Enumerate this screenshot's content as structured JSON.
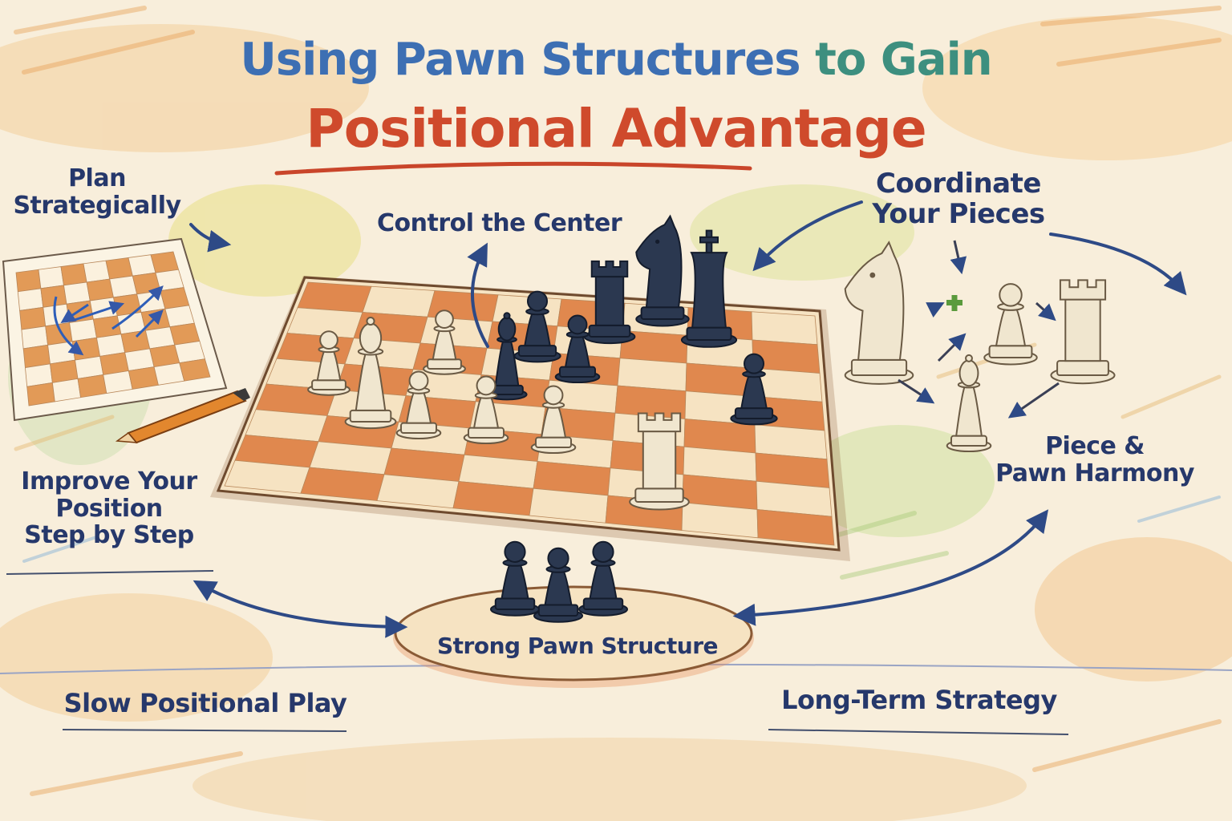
{
  "title": {
    "line1_main": "Using Pawn Structures",
    "line1_tail": "to Gain",
    "line2": "Positional Advantage"
  },
  "labels": {
    "plan": [
      "Plan",
      "Strategically"
    ],
    "control_center": "Control the Center",
    "coordinate": [
      "Coordinate",
      "Your Pieces"
    ],
    "improve": [
      "Improve Your",
      "Position",
      "Step by Step"
    ],
    "harmony": [
      "Piece &",
      "Pawn Harmony"
    ],
    "strong_pawn": "Strong Pawn Structure",
    "slow_play": "Slow Positional Play",
    "long_term": "Long-Term Strategy"
  },
  "colors": {
    "title_blue": "#3d6fb3",
    "title_teal": "#3d8f7f",
    "title_red": "#cf4a2c",
    "label_navy": "#26386b",
    "board_orange": "#e0884e",
    "board_light": "#f6e3c2",
    "piece_dark": "#2b3850",
    "piece_light": "#f0e6cf",
    "plus_green": "#5a9a3c"
  },
  "icons": {
    "pencil": "pencil-icon",
    "plus": "plus-icon",
    "arrow": "arrow-icon"
  }
}
